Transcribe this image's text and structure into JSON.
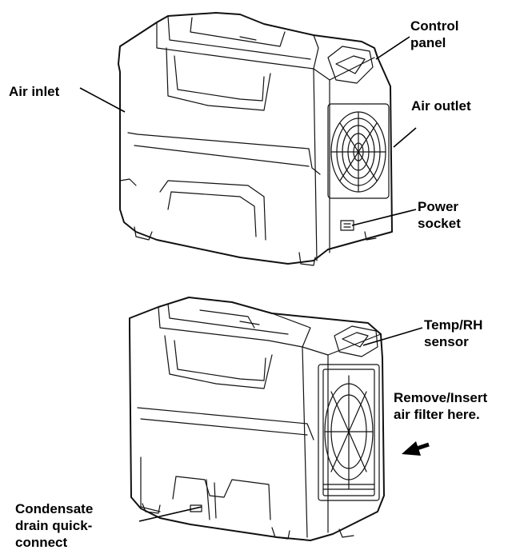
{
  "labels": {
    "control_panel": "Control\npanel",
    "air_inlet": "Air inlet",
    "air_outlet": "Air outlet",
    "power_socket": "Power\nsocket",
    "temp_rh_sensor": "Temp/RH\nsensor",
    "remove_filter": "Remove/Insert\nair filter here.",
    "condensate_drain": "Condensate\ndrain quick-\nconnect"
  },
  "colors": {
    "line": "#111111",
    "background": "#ffffff"
  }
}
